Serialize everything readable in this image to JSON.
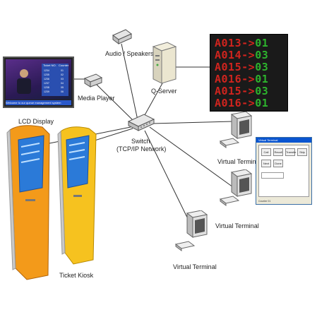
{
  "labels": {
    "audio_speakers": "Audio / Speakers",
    "q_server": "Q-Server",
    "media_player": "Media Player",
    "lcd_display": "LCD Display",
    "switch_line1": "Switch",
    "switch_line2": "(TCP/IP Network)",
    "virtual_terminal_1": "Virtual Terminal",
    "virtual_terminal_2": "Virtual Terminal",
    "virtual_terminal_3": "Virtual Terminal",
    "ticket_kiosk": "Ticket Kiosk"
  },
  "display_board": {
    "rows": [
      {
        "code": "A013",
        "arrow": "->",
        "desk": "01"
      },
      {
        "code": "A014",
        "arrow": "->",
        "desk": "03"
      },
      {
        "code": "A015",
        "arrow": "->",
        "desk": "03"
      },
      {
        "code": "A016",
        "arrow": "->",
        "desk": "01"
      },
      {
        "code": "A015",
        "arrow": "->",
        "desk": "03"
      },
      {
        "code": "A016",
        "arrow": "->",
        "desk": "01"
      }
    ]
  },
  "lcd_screen": {
    "header_ticket": "Ticket NO.",
    "header_counter": "Counter",
    "rows": [
      {
        "ticket": "1234",
        "counter": "01"
      },
      {
        "ticket": "1235",
        "counter": "02"
      },
      {
        "ticket": "1236",
        "counter": "03"
      },
      {
        "ticket": "1237",
        "counter": "04"
      },
      {
        "ticket": "1238",
        "counter": "05"
      },
      {
        "ticket": "1239",
        "counter": "06"
      }
    ],
    "ticker": "Welcome to our queue management system"
  },
  "terminal_window": {
    "title": "Virtual Terminal",
    "buttons": [
      "Call",
      "Recall",
      "Transfer",
      "Skip",
      "Next",
      "Done"
    ],
    "status": "Counter 01"
  },
  "colors": {
    "kiosk_orange": "#f39a1a",
    "kiosk_yellow": "#f6c21f",
    "kiosk_screen": "#2b7ad8",
    "board_red": "#d0241e",
    "board_green": "#2db32d",
    "network_line": "#333333"
  }
}
